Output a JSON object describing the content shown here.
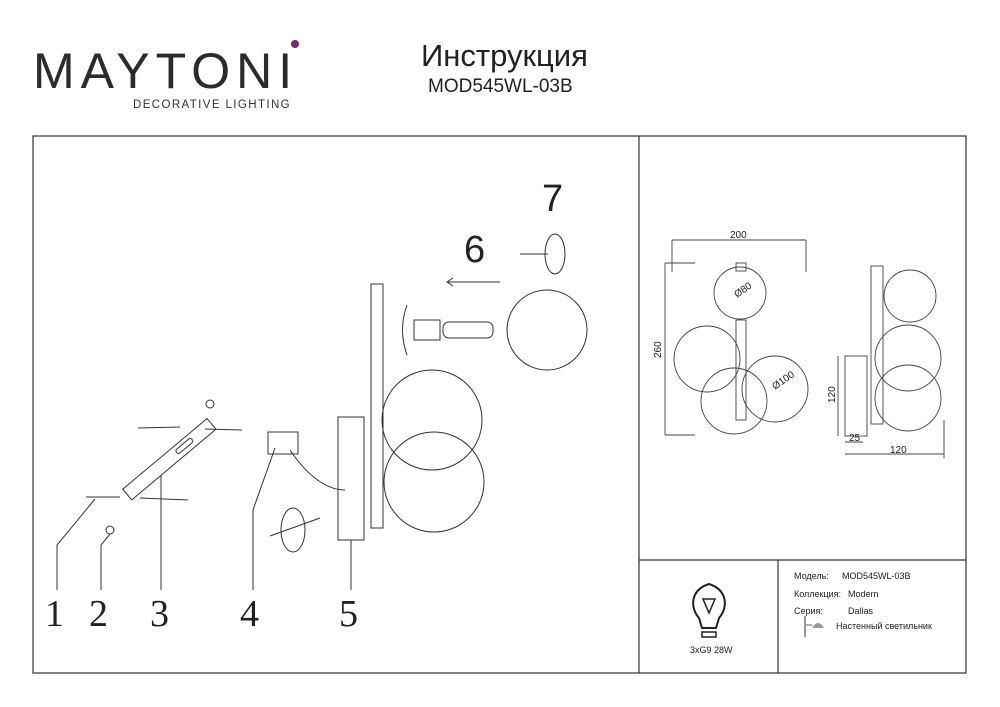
{
  "header": {
    "brand": "MAYTONI",
    "brand_tagline": "DECORATIVE LIGHTING",
    "title": "Инструкция",
    "model": "MOD545WL-03B"
  },
  "assembly": {
    "steps": [
      "1",
      "2",
      "3",
      "4",
      "5",
      "6",
      "7"
    ]
  },
  "dimensions": {
    "width": "200",
    "height": "260",
    "small_globe": "Ø80",
    "large_globe": "Ø100",
    "base_height": "120",
    "base_depth": "25",
    "depth": "120"
  },
  "specs": {
    "bulb": "3xG9 28W",
    "model_label": "Модель:",
    "model_value": "MOD545WL-03B",
    "collection_label": "Коллекция:",
    "collection_value": "Modern",
    "series_label": "Серия:",
    "series_value": "Dallas",
    "type_value": "Настенный светильник"
  },
  "colors": {
    "brand_dot": "#7a2a6e",
    "line": "#333333"
  }
}
